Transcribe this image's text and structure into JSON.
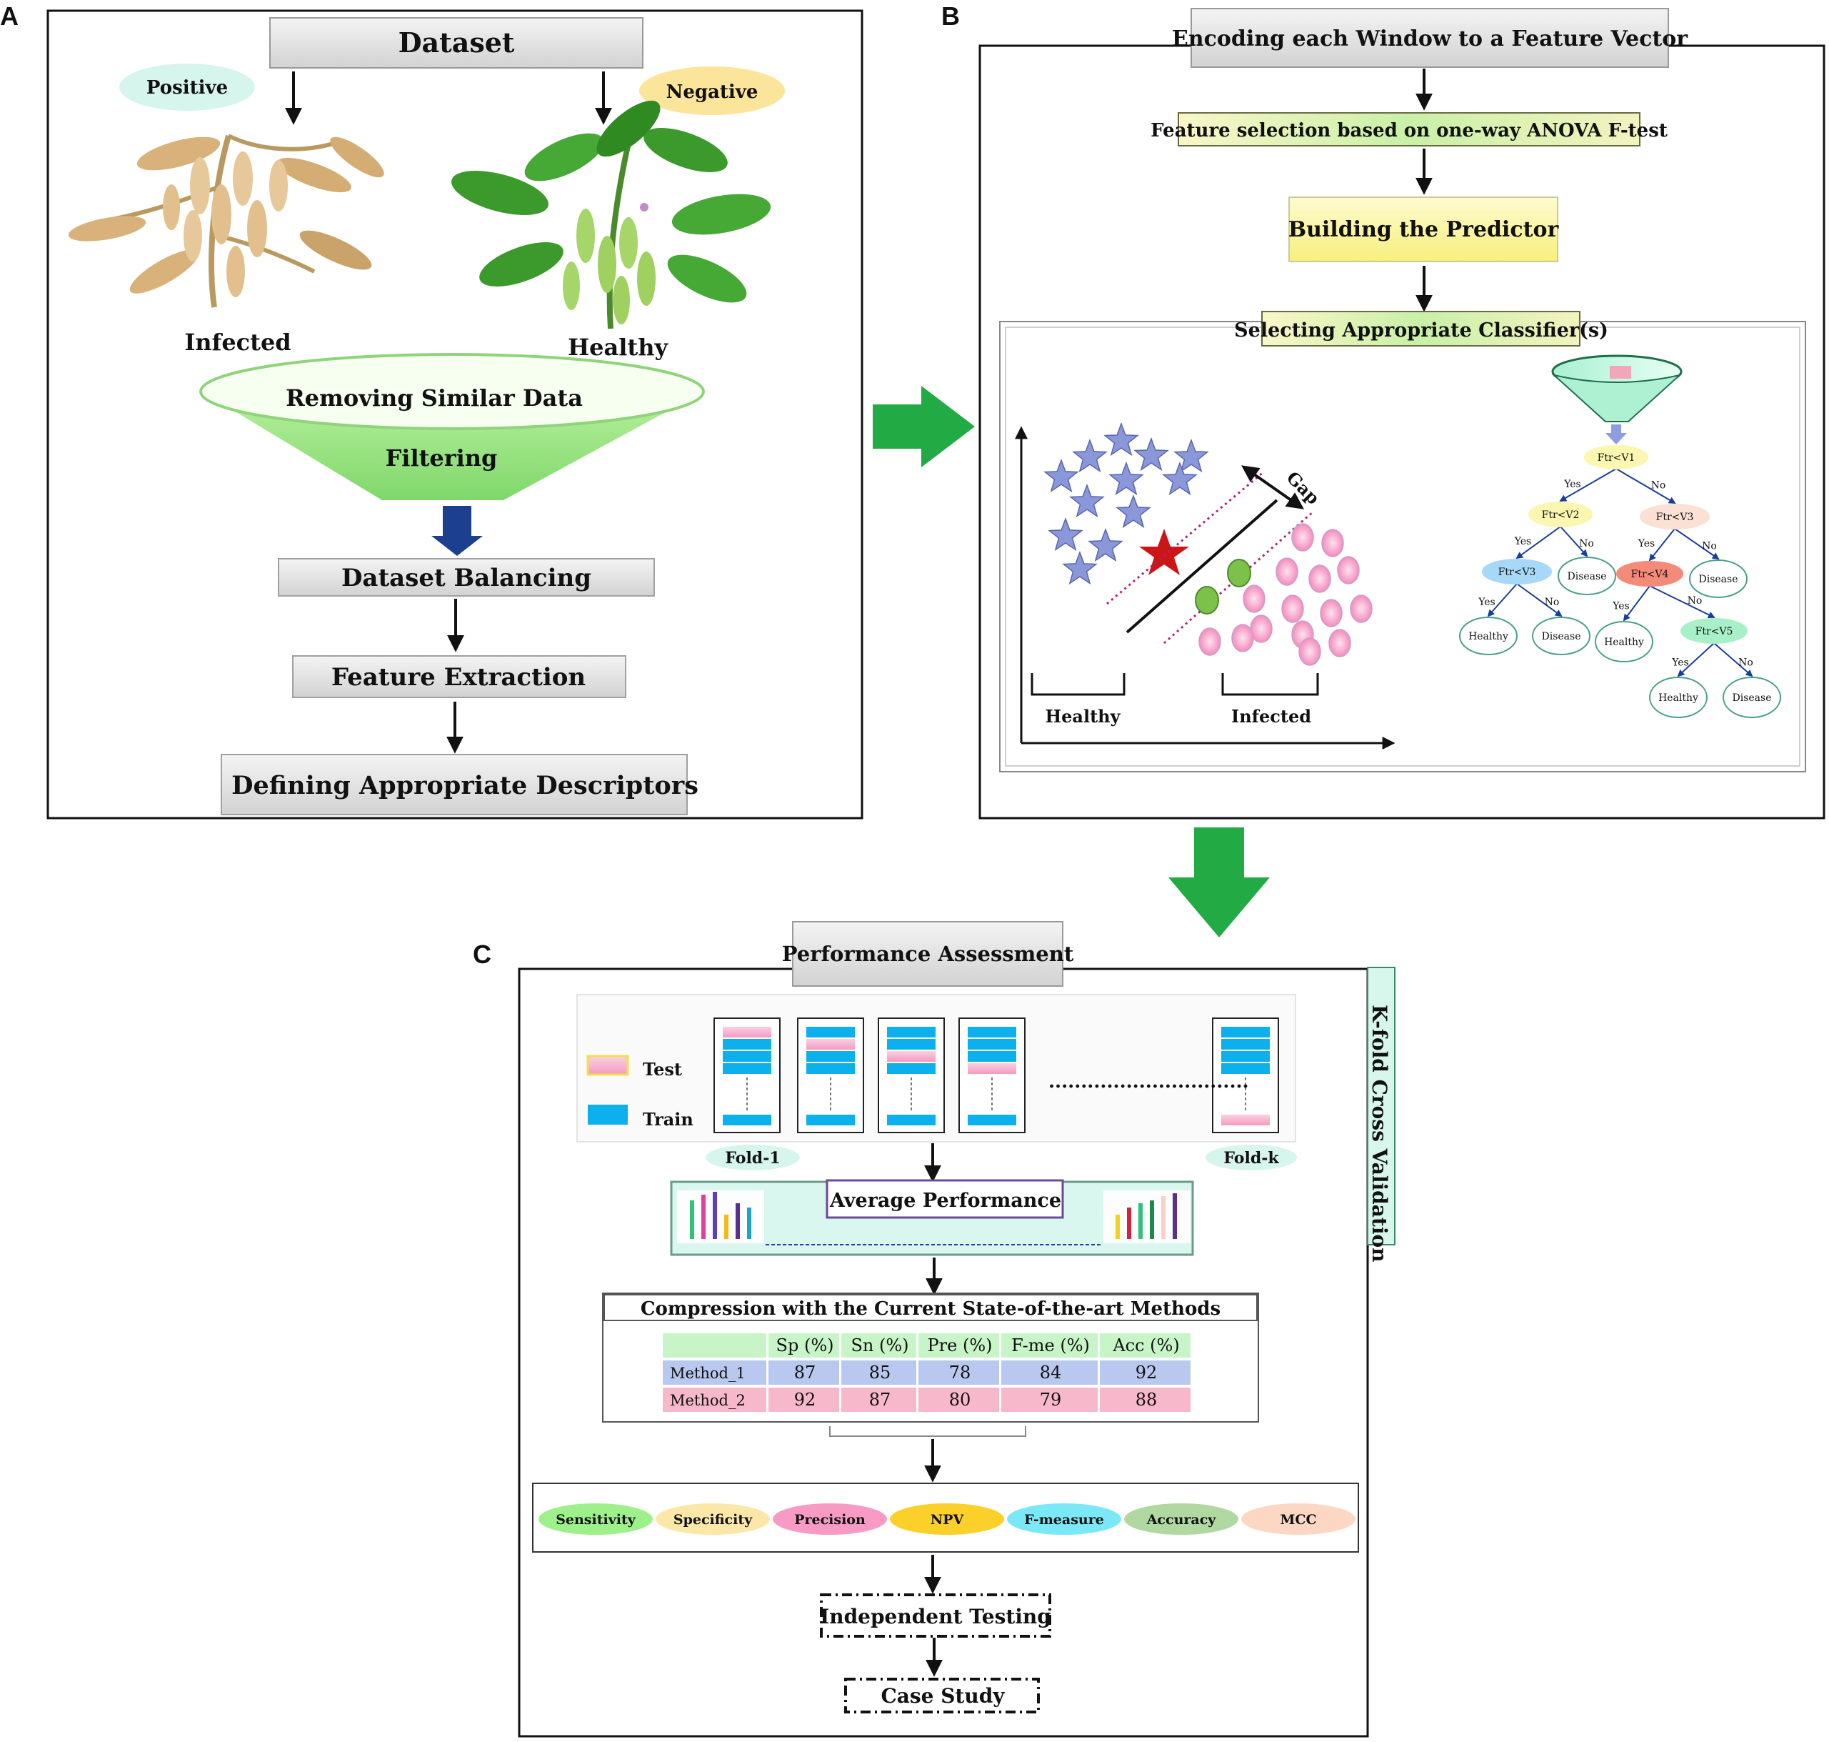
{
  "panel_letters": {
    "a": "A",
    "b": "B",
    "c": "C"
  },
  "panel_a": {
    "dataset": "Dataset",
    "positive": "Positive",
    "negative": "Negative",
    "infected": "Infected",
    "healthy": "Healthy",
    "removing": "Removing  Similar  Data",
    "filtering": "Filtering",
    "balancing": "Dataset Balancing",
    "extraction": "Feature Extraction",
    "descriptors": "Defining Appropriate Descriptors"
  },
  "panel_b": {
    "encoding": "Encoding each Window to a  Feature Vector",
    "anova": "Feature selection based on one-way ANOVA F-test",
    "building": "Building the Predictor",
    "selecting": "Selecting Appropriate Classifier(s)",
    "gap": "Gap",
    "healthy": "Healthy",
    "infected": "Infected",
    "tree": {
      "n1": "Ftr<V1",
      "n2": "Ftr<V2",
      "n3": "Ftr<V3",
      "n4": "Ftr<V3",
      "n5": "Ftr<V4",
      "n6": "Ftr<V5",
      "yes": "Yes",
      "no": "No",
      "disease": "Disease",
      "healthy": "Healthy"
    }
  },
  "panel_c": {
    "performance": "Performance Assessment",
    "kfold": "K-fold Cross Validation",
    "test": "Test",
    "train": "Train",
    "fold1": "Fold-1",
    "foldk": "Fold-k",
    "dots": "...............................",
    "average": "Average Performance",
    "compression": "Compression with the Current State-of-the-art Methods",
    "table": {
      "headers": [
        "",
        "Sp (%)",
        "Sn (%)",
        "Pre (%)",
        "F-me (%)",
        "Acc (%)"
      ],
      "rows": [
        [
          "Method_1",
          "87",
          "85",
          "78",
          "84",
          "92"
        ],
        [
          "Method_2",
          "92",
          "87",
          "80",
          "79",
          "88"
        ]
      ]
    },
    "metrics": [
      "Sensitivity",
      "Specificity",
      "Precision",
      "NPV",
      "F-measure",
      "Accuracy",
      "MCC"
    ],
    "independent": "Independent Testing",
    "case_study": "Case Study"
  },
  "colors": {
    "green_arrow": "#22aa44",
    "positive_bg": "#d6f5ec",
    "negative_bg": "#fbe59a",
    "funnel": "#a8ec90",
    "train": "#0bb0ec",
    "test": "#f7a8c8",
    "star": "#8a97d8",
    "dot_pink": "#f7b3d2"
  }
}
